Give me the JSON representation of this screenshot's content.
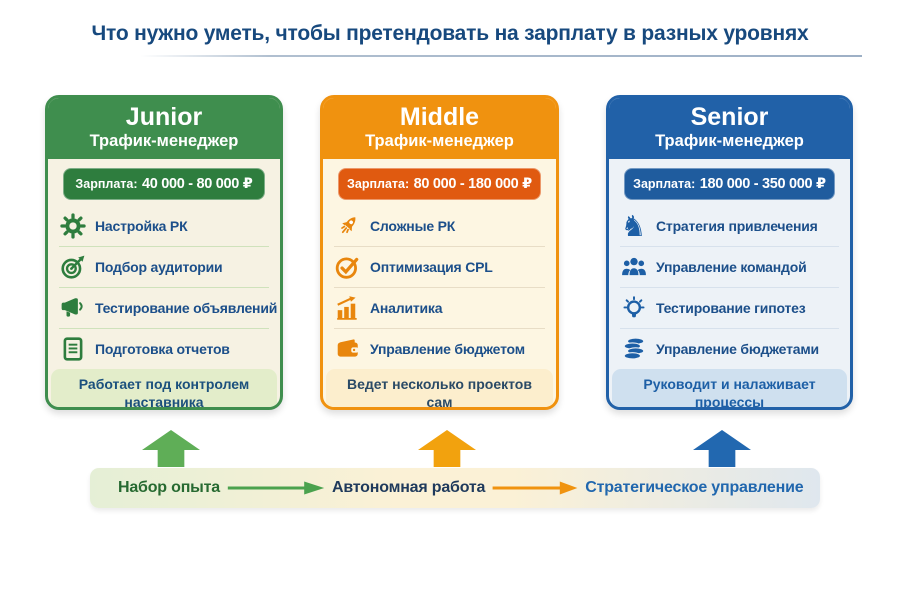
{
  "palette": {
    "title_color": "#17497e"
  },
  "title": "Что нужно уметь, чтобы претендовать на зарплату в разных уровнях",
  "cards": [
    {
      "level": "Junior",
      "role": "Трафик-менеджер",
      "salary_label": "Зарплата:",
      "salary_value": "40 000 - 80 000 ₽",
      "items": [
        {
          "icon": "gear-icon",
          "label": "Настройка РК"
        },
        {
          "icon": "target-icon",
          "label": "Подбор аудитории"
        },
        {
          "icon": "megaphone-icon",
          "label": "Тестирование объявлений"
        },
        {
          "icon": "document-icon",
          "label": "Подготовка отчетов"
        }
      ],
      "footer": "Работает под контролем наставника",
      "colors": {
        "header": "#3f8e4e",
        "border": "#3f8e4e",
        "badge": "#2e7d3e",
        "body": "#f6f2e3",
        "divider": "#cfe2bb",
        "icon": "#2e7d3e",
        "item_text": "#1c4f8a",
        "footer_bg": "#e3edca",
        "footer_text": "#1b507d"
      }
    },
    {
      "level": "Middle",
      "role": "Трафик-менеджер",
      "salary_label": "Зарплата:",
      "salary_value": "80 000 - 180 000 ₽",
      "items": [
        {
          "icon": "rocket-icon",
          "label": "Сложные РК"
        },
        {
          "icon": "check-circle-icon",
          "label": "Оптимизация CPL"
        },
        {
          "icon": "bar-chart-icon",
          "label": "Аналитика"
        },
        {
          "icon": "wallet-icon",
          "label": "Управление бюджетом"
        }
      ],
      "footer": "Ведет несколько проектов сам",
      "colors": {
        "header": "#f0920f",
        "border": "#f0920f",
        "badge": "#e05a10",
        "body": "#fdf6e2",
        "divider": "#e8ddc6",
        "icon": "#e8860d",
        "item_text": "#1c4f8a",
        "footer_bg": "#fceecd",
        "footer_text": "#2a4a66"
      }
    },
    {
      "level": "Senior",
      "role": "Трафик-менеджер",
      "salary_label": "Зарплата:",
      "salary_value": "180 000 - 350 000 ₽",
      "items": [
        {
          "icon": "chess-knight-icon",
          "label": "Стратегия привлечения"
        },
        {
          "icon": "team-icon",
          "label": "Управление командой"
        },
        {
          "icon": "lightbulb-icon",
          "label": "Тестирование гипотез"
        },
        {
          "icon": "coins-icon",
          "label": "Управление бюджетами"
        }
      ],
      "footer": "Руководит и налаживает процессы",
      "colors": {
        "header": "#2161a8",
        "border": "#2161a8",
        "badge": "#1f5c9e",
        "body": "#edf2f7",
        "divider": "#d7e1ec",
        "icon": "#1d5fa6",
        "item_text": "#1c4f8a",
        "footer_bg": "#cfe0ef",
        "footer_text": "#1d5fa6"
      }
    }
  ],
  "progression": {
    "bar_gradient": [
      "#e5efd6",
      "#fbf1d6",
      "#dfe7ee"
    ],
    "stages": [
      {
        "label": "Набор опыта",
        "label_color": "#276a31",
        "up_arrow_color": "#5fae57",
        "connector_color": "#4ba24e"
      },
      {
        "label": "Автономная работа",
        "label_color": "#1f3a5c",
        "up_arrow_color": "#f2a20e",
        "connector_color": "#f0930f"
      },
      {
        "label": "Стратегическое управление",
        "label_color": "#2167ae",
        "up_arrow_color": "#2268b0"
      }
    ]
  }
}
